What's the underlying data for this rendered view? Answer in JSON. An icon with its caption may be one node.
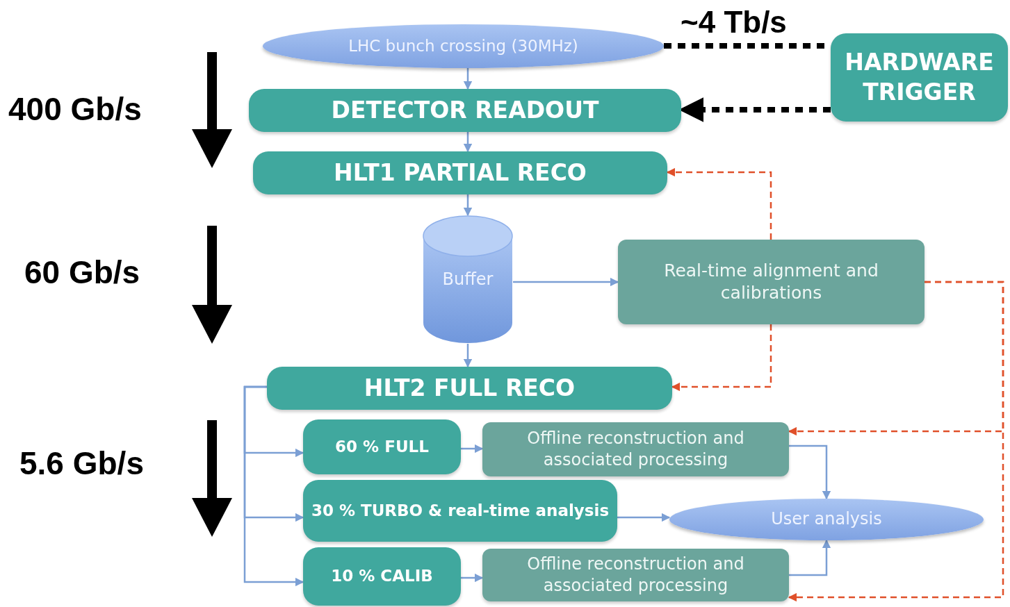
{
  "diagram": {
    "nodes": [
      {
        "text": [
          "LHC bunch crossing (30MHz)"
        ]
      },
      {
        "text": [
          "HARDWARE TRIGGER"
        ]
      },
      {
        "text": [
          "DETECTOR READOUT"
        ]
      },
      {
        "text": [
          "HLT1 PARTIAL RECO"
        ]
      },
      {
        "text": [
          "Buffer"
        ]
      },
      {
        "text": [
          "Real-time alignment and calibrations"
        ]
      },
      {
        "text": [
          "HLT2 FULL RECO"
        ]
      },
      {
        "text": [
          "60 % FULL"
        ]
      },
      {
        "text": [
          "Offline reconstruction and associated processing"
        ]
      },
      {
        "text": [
          "30 % TURBO & real-time analysis"
        ]
      },
      {
        "text": [
          "User analysis"
        ]
      },
      {
        "text": [
          "10 % CALIB"
        ]
      },
      {
        "text": [
          "Offline reconstruction and associated processing"
        ]
      }
    ],
    "edges": [
      {
        "from": 0,
        "to": 2,
        "arrow": "to"
      },
      {
        "from": 0,
        "to": 1,
        "arrow": "none",
        "label": "~4 Tb/s",
        "style": "dashed",
        "color": "#000000"
      },
      {
        "from": 1,
        "to": 2,
        "arrow": "to",
        "style": "dashed",
        "color": "#000000"
      },
      {
        "from": 2,
        "to": 3,
        "arrow": "to"
      },
      {
        "from": 3,
        "to": 4,
        "arrow": "to"
      },
      {
        "from": 4,
        "to": 5,
        "arrow": "to"
      },
      {
        "from": 4,
        "to": 6,
        "arrow": "to"
      },
      {
        "from": 5,
        "to": 3,
        "arrow": "to",
        "style": "dashed",
        "color": "#e0502a"
      },
      {
        "from": 5,
        "to": 6,
        "arrow": "to",
        "style": "dashed",
        "color": "#e0502a"
      },
      {
        "from": 5,
        "to": 8,
        "arrow": "to",
        "style": "dashed",
        "color": "#e0502a"
      },
      {
        "from": 5,
        "to": 12,
        "arrow": "to",
        "style": "dashed",
        "color": "#e0502a"
      },
      {
        "from": 6,
        "to": 7,
        "arrow": "to"
      },
      {
        "from": 6,
        "to": 9,
        "arrow": "to"
      },
      {
        "from": 6,
        "to": 11,
        "arrow": "to"
      },
      {
        "from": 7,
        "to": 8,
        "arrow": "to"
      },
      {
        "from": 8,
        "to": 10,
        "arrow": "to"
      },
      {
        "from": 9,
        "to": 10,
        "arrow": "to"
      },
      {
        "from": 11,
        "to": 12,
        "arrow": "to"
      },
      {
        "from": 12,
        "to": 10,
        "arrow": "to"
      }
    ],
    "labels": [
      "400 Gb/s",
      "60 Gb/s",
      "5.6 Gb/s"
    ]
  }
}
